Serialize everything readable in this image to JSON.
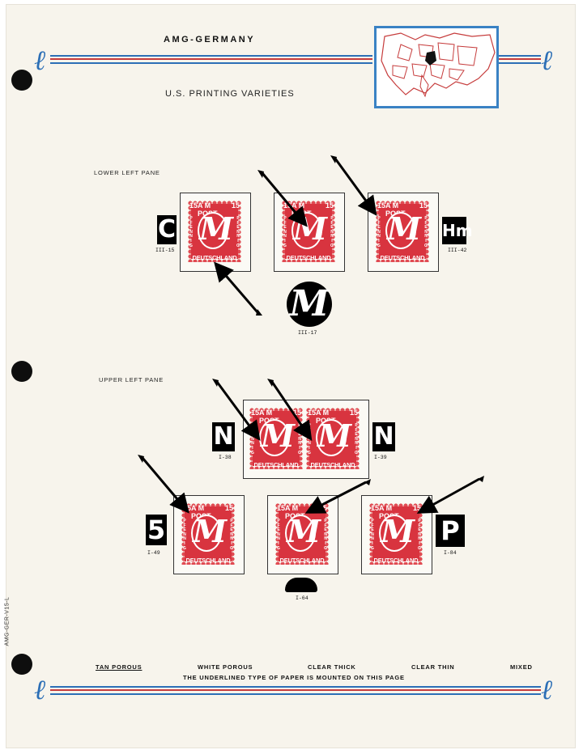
{
  "header": {
    "country": "AMG-GERMANY",
    "subtitle": "U.S. PRINTING VARIETIES"
  },
  "sections": {
    "lower_left_pane": {
      "label": "LOWER LEFT PANE",
      "refs": [
        "III-15",
        "III-42",
        "III-17"
      ]
    },
    "upper_left_pane": {
      "label": "UPPER LEFT PANE",
      "refs": [
        "I-38",
        "I-39",
        "I-49",
        "I-64",
        "I-84"
      ]
    }
  },
  "stamp": {
    "value": "15",
    "top_text": "A M POST",
    "bottom_text": "DEUTSCHLAND",
    "side_text": "PFENNIG",
    "center_letter": "M",
    "color": "#d8343f"
  },
  "glyphs": {
    "c": "C",
    "n1": "N",
    "n2": "N",
    "five": "5",
    "p": "P",
    "m": "M",
    "hm": "Hm"
  },
  "paper_types": {
    "tan_porous": "TAN POROUS",
    "white_porous": "WHITE POROUS",
    "clear_thick": "CLEAR THICK",
    "clear_thin": "CLEAR THIN",
    "mixed": "MIXED",
    "caption": "THE UNDERLINED TYPE OF PAPER IS MOUNTED ON THIS PAGE"
  },
  "page_code": "AMG-GER-V15-L",
  "colors": {
    "border_blue": "#2c6fb6",
    "border_red": "#c63c3c",
    "stamp_red": "#d8343f"
  }
}
